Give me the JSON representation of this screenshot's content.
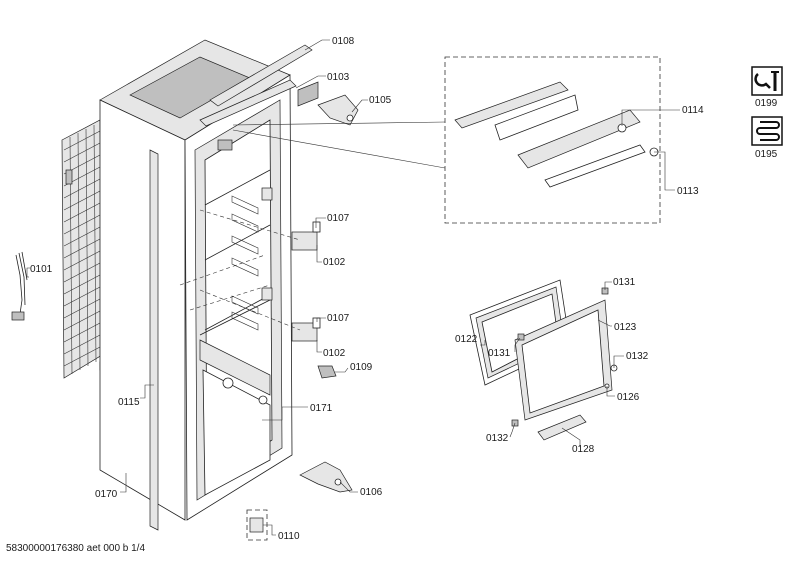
{
  "footer": "58300000176380 aet 000 b 1/4",
  "parts": {
    "p0108": "0108",
    "p0103": "0103",
    "p0105": "0105",
    "p0114": "0114",
    "p0113": "0113",
    "p0199": "0199",
    "p0195": "0195",
    "p0107a": "0107",
    "p0102a": "0102",
    "p0101": "0101",
    "p0107b": "0107",
    "p0102b": "0102",
    "p0109": "0109",
    "p0115": "0115",
    "p0171": "0171",
    "p0170": "0170",
    "p0106": "0106",
    "p0110": "0110",
    "p0131a": "0131",
    "p0122": "0122",
    "p0131b": "0131",
    "p0123": "0123",
    "p0132a": "0132",
    "p0126": "0126",
    "p0132b": "0132",
    "p0128": "0128"
  },
  "icons": {
    "wrench": "wrench-screwdriver-icon",
    "coil": "heating-coil-icon"
  }
}
